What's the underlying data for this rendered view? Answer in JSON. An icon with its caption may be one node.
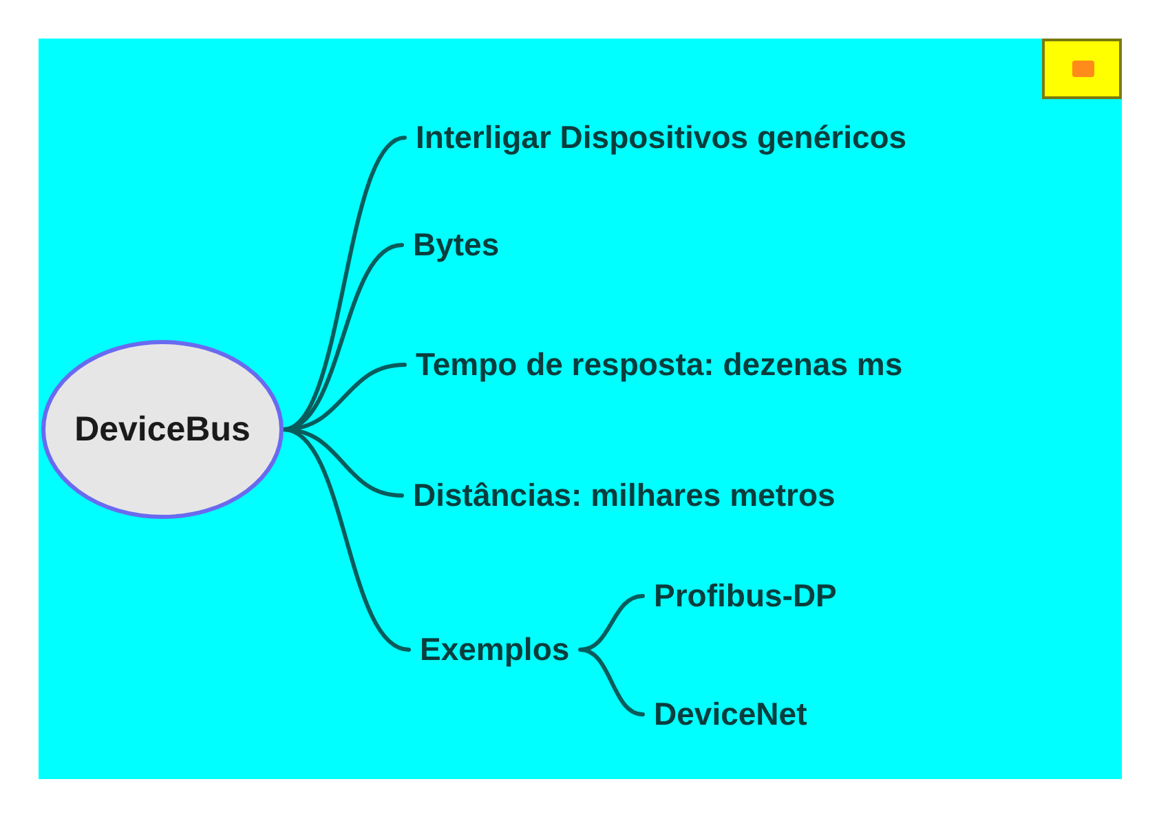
{
  "diagram": {
    "nodes": [
      {
        "text": [
          "DeviceBus"
        ]
      },
      {
        "text": [
          "Interligar Dispositivos genéricos"
        ]
      },
      {
        "text": [
          "Bytes"
        ]
      },
      {
        "text": [
          "Tempo de resposta: dezenas ms"
        ]
      },
      {
        "text": [
          "Distâncias: milhares metros"
        ]
      },
      {
        "text": [
          "Exemplos"
        ]
      },
      {
        "text": [
          "Profibus-DP"
        ]
      },
      {
        "text": [
          "DeviceNet"
        ]
      }
    ],
    "edges": [
      {
        "from": 0,
        "to": 1,
        "arrow": "none"
      },
      {
        "from": 0,
        "to": 2,
        "arrow": "none"
      },
      {
        "from": 0,
        "to": 3,
        "arrow": "none"
      },
      {
        "from": 0,
        "to": 4,
        "arrow": "none"
      },
      {
        "from": 0,
        "to": 5,
        "arrow": "none"
      },
      {
        "from": 5,
        "to": 6,
        "arrow": "none"
      },
      {
        "from": 5,
        "to": 7,
        "arrow": "none"
      }
    ]
  }
}
